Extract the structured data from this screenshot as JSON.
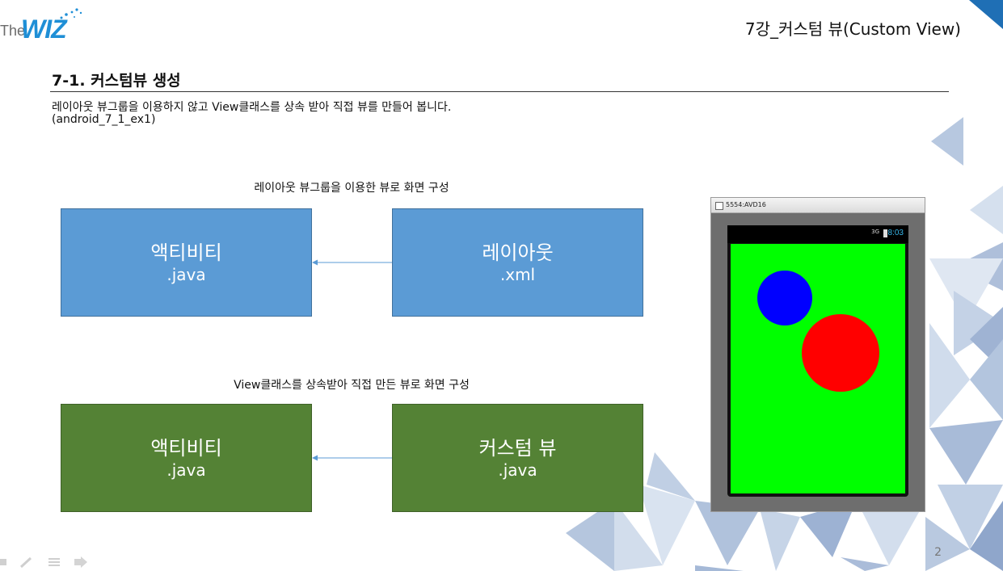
{
  "logo": {
    "the": "The",
    "wiz": "WIZ"
  },
  "header": {
    "title": "7강_커스텀 뷰(Custom  View)"
  },
  "section": {
    "title": "7-1. 커스텀뷰 생성",
    "description_line1": "레이아웃 뷰그룹을 이용하지 않고 View클래스를 상속 받아 직접 뷰를 만들어 봅니다.",
    "description_line2": "(android_7_1_ex1)"
  },
  "diagram_top": {
    "caption": "레이아웃 뷰그룹을 이용한 뷰로 화면 구성",
    "left_box": {
      "line1": "액티비티",
      "line2": ".java"
    },
    "right_box": {
      "line1": "레이아웃",
      "line2": ".xml"
    }
  },
  "diagram_bottom": {
    "caption": "View클래스를 상속받아 직접 만든 뷰로 화면 구성",
    "left_box": {
      "line1": "액티비티",
      "line2": ".java"
    },
    "right_box": {
      "line1": "커스텀 뷰",
      "line2": ".java"
    }
  },
  "emulator": {
    "window_title": "5554:AVD16",
    "status_time": "8:03",
    "signal": "3G",
    "colors": {
      "background": "#00ff00",
      "small_circle": "#0000ff",
      "large_circle": "#ff0000"
    }
  },
  "footer": {
    "page_number": "2"
  },
  "colors": {
    "blue_box": "#5b9bd5",
    "green_box": "#548235",
    "arrow": "#5b9bd5",
    "logo": "#1f8fd6"
  }
}
